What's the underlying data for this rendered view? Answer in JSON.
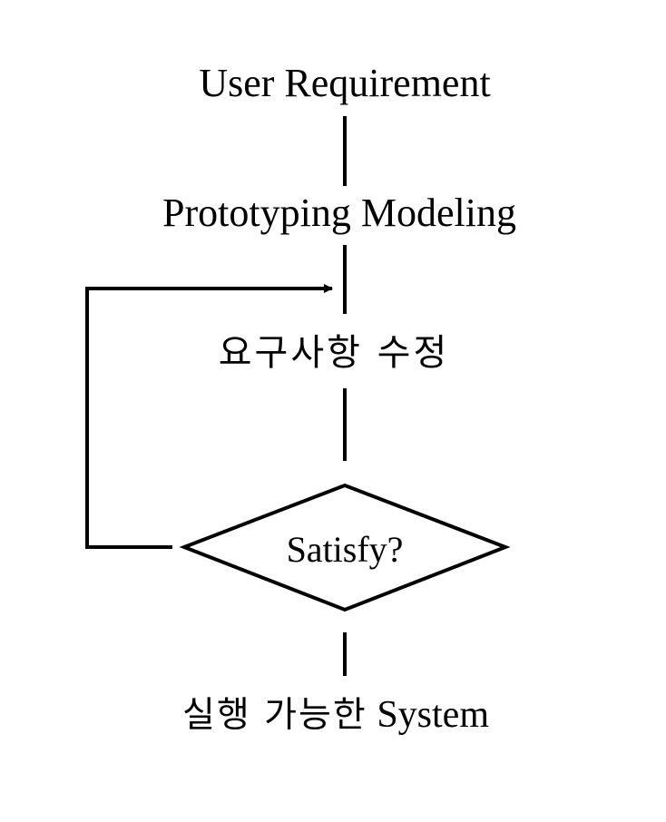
{
  "nodes": {
    "requirement": "User Requirement",
    "modeling": "Prototyping Modeling",
    "revise": "요구사항 수정",
    "decision": "Satisfy?",
    "result_ko": "실행 가능한",
    "result_en": "System"
  },
  "colors": {
    "line": "#000000",
    "text": "#000000",
    "background": "#ffffff"
  }
}
